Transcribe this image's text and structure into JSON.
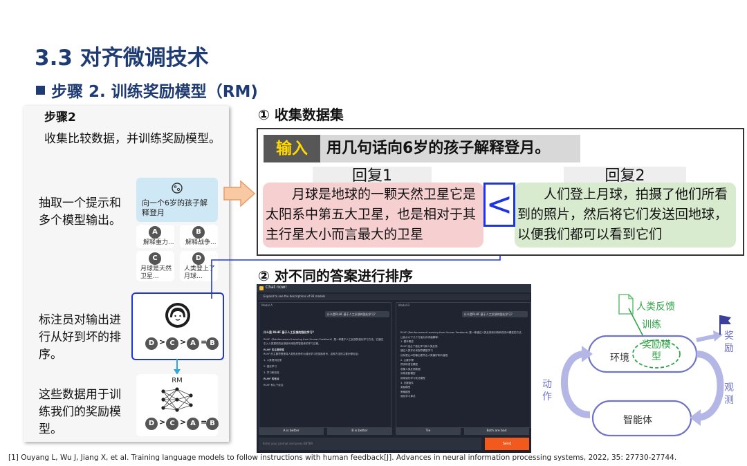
{
  "title": "3.3 对齐微调技术",
  "subtitle": "步骤 2. 训练奖励模型（RM)",
  "left_panel": {
    "step": "步骤2",
    "desc": "收集比较数据，并训练奖励模型。",
    "line1": "抽取一个提示和多个模型输出。",
    "prompt_card": "向一个6岁的孩子解释登月",
    "opt_a": "A",
    "opt_a_text": "解释重力...",
    "opt_b": "B",
    "opt_b_text": "解释战争...",
    "opt_c": "C",
    "opt_c_text": "月球是天然卫星...",
    "opt_d": "D",
    "opt_d_text": "人类登上了月球...",
    "line2": "标注员对输出进行从好到坏的排序。",
    "rank": [
      "D",
      ">",
      "C",
      ">",
      "A",
      "=",
      "B"
    ],
    "rm_label": "RM",
    "line3": "这些数据用于训练我们的奖励模型。"
  },
  "section1": {
    "heading": "① 收集数据集",
    "input_label": "输入",
    "input_text": "用几句话向6岁的孩子解释登月。",
    "reply1_label": "回复1",
    "reply1_text": "月球是地球的一颗天然卫星它是太阳系中第五大卫星，也是相对于其主行星大小而言最大的卫星",
    "reply2_label": "回复2",
    "reply2_text": "人们登上月球，拍摄了他们所看到的照片，然后将它们发送回地球，以便我们都可以看到它们",
    "compare": "<"
  },
  "section2": {
    "heading": "② 对不同的答案进行排序",
    "chat_title": "Chat now!",
    "chat_expand": "Expand to see the descriptions of 93 models",
    "model_a": "Model A",
    "model_b": "Model B",
    "question": "什么是RLHF 基于人工反馈的强化学习?",
    "ans_a_head": "什么是 RLHF 基于人工反馈的强化学习?",
    "ans_a_lines": [
      "RLHF（Reinforcement Learning from Human Feedback）是一种基于人工反馈的强化学习方法。它通过引入人类提供的反馈信号来指导智能体的学习过程。",
      "RLHF 的主要原理",
      "RLHF 的主要思想是将人类的反馈作为强化学习的奖励信号，这种方法的主要步骤包括：",
      "1. 人类提供反馈",
      "2. 强化学习",
      "3. 学习和改进",
      "RLHF 的优点",
      "RLHF 有以下优点："
    ],
    "ans_b_lines": [
      "RLHF (Reinforcement Learning from Human Feedback) 是一种通过人类反馈来训练和改进AI模型的方法，让我从以下几个方面为你详细解释：",
      "1. 基本概念",
      "RLHF 结合了强化学习和人类反馈",
      "通过人类评价来指导模型学习",
      "目标是让AI的输出更符合人类偏好和价值观",
      "2. 主要步骤",
      "预训练语言模型",
      "收集人类反馈数据",
      "训练奖励模型",
      "使用强化学习优化模型",
      "3. 关键组件",
      "奖励模型",
      "策略模型",
      "强化学习算法"
    ],
    "btn_a": "A is better",
    "btn_b": "B is better",
    "btn_tie": "Tie",
    "btn_bad": "Both are bad",
    "input_placeholder": "Enter your prompt and press ENTER",
    "send": "Send"
  },
  "diagram": {
    "feedback": "人类反馈",
    "train": "训练",
    "rm": "奖励模型",
    "env": "环境",
    "reward": "奖励",
    "action": "动作",
    "observe": "观测",
    "agent": "智能体"
  },
  "footnote": "[1] Ouyang L, Wu J, Jiang X, et al. Training language models to follow instructions with human feedback[J]. Advances in neural information processing systems, 2022, 35: 27730-27744.",
  "colors": {
    "title": "#1f3b73",
    "reply1_bg": "#f6cfd1",
    "reply2_bg": "#d8ebcf",
    "highlight_blue": "#1d35e0",
    "diagram_purple": "#6f73c6",
    "diagram_green": "#2fa545",
    "send_orange": "#f25a1d"
  }
}
